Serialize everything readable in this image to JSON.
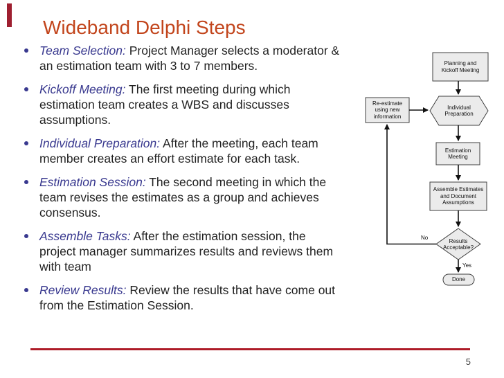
{
  "slide": {
    "title": "Wideband Delphi Steps",
    "page_number": "5"
  },
  "bullets": [
    {
      "lead": "Team Selection:",
      "lines": [
        "Project Manager selects a moderator &",
        "an estimation team with 3 to 7 members."
      ]
    },
    {
      "lead": "Kickoff Meeting:",
      "lines": [
        "The first meeting during which",
        "estimation team creates a WBS and discusses",
        "assumptions."
      ]
    },
    {
      "lead": "Individual Preparation:",
      "lines": [
        "After the meeting, each team",
        "member creates an effort estimate for each task."
      ]
    },
    {
      "lead": "Estimation Session:",
      "lines": [
        "The second meeting in which the",
        "team revises the estimates as a group and achieves",
        "consensus."
      ]
    },
    {
      "lead": "Assemble Tasks:",
      "lines": [
        "After the estimation session, the",
        "project manager summarizes results and reviews them",
        "with team"
      ]
    },
    {
      "lead": "Review Results:",
      "lines": [
        "Review the results that have come out",
        "from the Estimation Session."
      ]
    }
  ],
  "flowchart": {
    "nodes": {
      "planning": {
        "label": [
          "Planning and",
          "Kickoff Meeting"
        ],
        "shape": "rectangle"
      },
      "reestimate": {
        "label": [
          "Re-estimate",
          "using new",
          "information"
        ],
        "shape": "rectangle"
      },
      "individual": {
        "label": [
          "Individual",
          "Preparation"
        ],
        "shape": "hexagon"
      },
      "estimation": {
        "label": [
          "Estimation",
          "Meeting"
        ],
        "shape": "rectangle"
      },
      "assemble": {
        "label": [
          "Assemble Estimates",
          "and Document",
          "Assumptions"
        ],
        "shape": "rectangle"
      },
      "results": {
        "label": [
          "Results",
          "Acceptable?"
        ],
        "shape": "diamond"
      },
      "done": {
        "label": "Done",
        "shape": "terminator"
      }
    },
    "edge_labels": {
      "no": "No",
      "yes": "Yes"
    }
  },
  "colors": {
    "title": "#C2451C",
    "lead_text": "#39398F",
    "body_text": "#232323",
    "divider_line": "#AE1C28",
    "accent_bar": "#9E1F30",
    "node_fill": "#EBEBEB",
    "node_border": "#3F3F3F"
  }
}
